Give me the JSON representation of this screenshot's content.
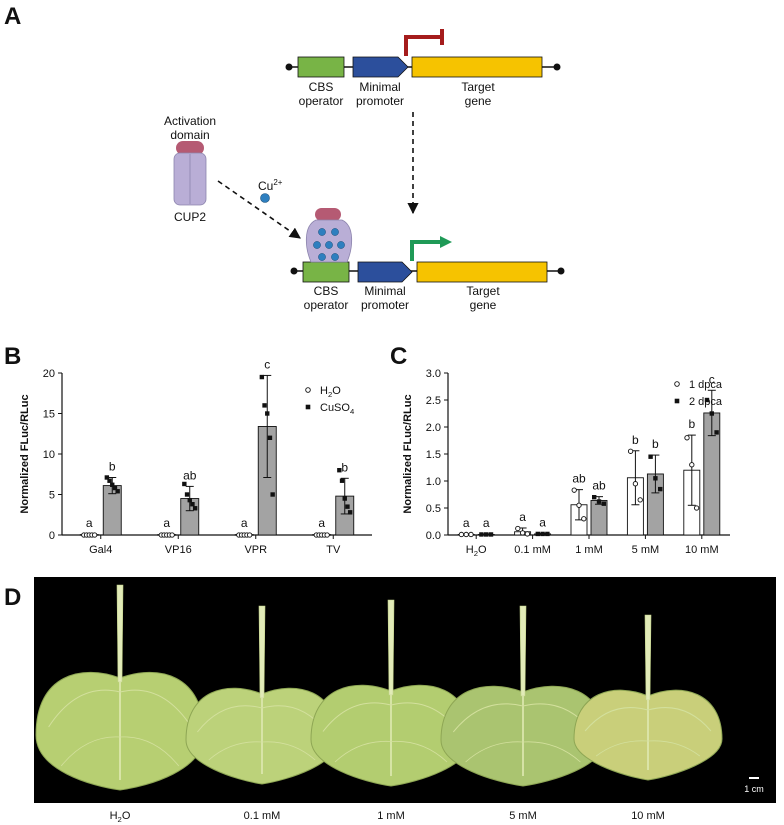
{
  "panels": {
    "a": "A",
    "b": "B",
    "c": "C",
    "d": "D"
  },
  "panel_a": {
    "top_construct": {
      "cbs1": "CBS",
      "cbs2": "operator",
      "prom1": "Minimal",
      "prom2": "promoter",
      "target1": "Target",
      "target2": "gene"
    },
    "activation_domain": {
      "line1": "Activation",
      "line2": "domain"
    },
    "cup2": "CUP2",
    "copper": {
      "base": "Cu",
      "sup": "2+"
    },
    "bottom_construct": {
      "cbs1": "CBS",
      "cbs2": "operator",
      "prom1": "Minimal",
      "prom2": "promoter",
      "target1": "Target",
      "target2": "gene"
    },
    "colors": {
      "cbs": "#78b446",
      "promoter": "#2c4f9c",
      "target": "#f6c300",
      "repress_arrow": "#a51c1c",
      "active_arrow": "#1f9a57",
      "activation_domain": "#b55a73",
      "cup2": "#b9aed6",
      "copper_ion": "#2e7fbf"
    }
  },
  "chart_data": [
    {
      "type": "bar",
      "panel": "B",
      "ylabel": "Normalized FLuc/RLuc",
      "ylim": [
        0,
        20
      ],
      "yticks": [
        0,
        5,
        10,
        15,
        20
      ],
      "categories": [
        "Gal4",
        "VP16",
        "VPR",
        "TV"
      ],
      "legend_position": "top-right",
      "legend": [
        {
          "name": "H",
          "sub": "2",
          "tail": "O",
          "marker": "circle"
        },
        {
          "name": "CuSO",
          "sub": "4",
          "tail": "",
          "marker": "square"
        }
      ],
      "series": [
        {
          "marker": "circle",
          "fill": "#ffffff",
          "values": [
            0.05,
            0.05,
            0.05,
            0.05
          ],
          "errors": [
            0.05,
            0.05,
            0.05,
            0.05
          ],
          "letters": [
            "a",
            "a",
            "a",
            "a"
          ],
          "points": [
            [
              0,
              0,
              0,
              0,
              0
            ],
            [
              0,
              0,
              0,
              0,
              0
            ],
            [
              0,
              0,
              0,
              0,
              0
            ],
            [
              0,
              0,
              0,
              0,
              0
            ]
          ]
        },
        {
          "marker": "square",
          "fill": "#a3a3a3",
          "values": [
            6.1,
            4.5,
            13.4,
            4.8
          ],
          "errors": [
            1.0,
            1.5,
            6.3,
            2.2
          ],
          "letters": [
            "b",
            "ab",
            "c",
            "b"
          ],
          "points": [
            [
              7.1,
              6.7,
              6.2,
              5.8,
              5.4
            ],
            [
              6.3,
              5.0,
              4.3,
              3.8,
              3.3
            ],
            [
              19.5,
              16.0,
              15.0,
              12.0,
              5.0
            ],
            [
              8.0,
              6.7,
              4.5,
              3.5,
              2.8
            ]
          ]
        }
      ]
    },
    {
      "type": "bar",
      "panel": "C",
      "ylabel": "Normalized FLuc/RLuc",
      "ylim": [
        0,
        3.0
      ],
      "yticks": [
        0.0,
        0.5,
        1.0,
        1.5,
        2.0,
        2.5,
        3.0
      ],
      "categories": [
        {
          "name": "H",
          "sub": "2",
          "tail": "O"
        },
        {
          "name": "0.1 mM"
        },
        {
          "name": "1 mM"
        },
        {
          "name": "5 mM"
        },
        {
          "name": "10 mM"
        }
      ],
      "legend_position": "top-right",
      "legend": [
        {
          "name": "1 dpca",
          "marker": "circle"
        },
        {
          "name": "2 dpca",
          "marker": "square"
        }
      ],
      "series": [
        {
          "name": "1 dpca",
          "marker": "circle",
          "fill": "#ffffff",
          "values": [
            0.01,
            0.06,
            0.56,
            1.06,
            1.2
          ],
          "errors": [
            0.01,
            0.07,
            0.28,
            0.5,
            0.65
          ],
          "letters": [
            "a",
            "a",
            "ab",
            "b",
            "b"
          ],
          "points": [
            [
              0.01,
              0.01,
              0.01
            ],
            [
              0.12,
              0.04,
              0.02
            ],
            [
              0.83,
              0.55,
              0.3
            ],
            [
              1.55,
              0.95,
              0.65
            ],
            [
              1.8,
              1.3,
              0.5
            ]
          ]
        },
        {
          "name": "2 dpca",
          "marker": "square",
          "fill": "#a3a3a3",
          "values": [
            0.01,
            0.02,
            0.64,
            1.13,
            2.26
          ],
          "errors": [
            0.01,
            0.01,
            0.07,
            0.35,
            0.42
          ],
          "letters": [
            "a",
            "a",
            "ab",
            "b",
            "c"
          ],
          "points": [
            [
              0.01,
              0.01,
              0.01
            ],
            [
              0.02,
              0.02,
              0.02
            ],
            [
              0.7,
              0.62,
              0.58
            ],
            [
              1.45,
              1.05,
              0.85
            ],
            [
              2.5,
              2.25,
              1.9
            ]
          ]
        }
      ]
    }
  ],
  "panel_d": {
    "leaf_labels": [
      {
        "name": "H",
        "sub": "2",
        "tail": "O"
      },
      {
        "name": "0.1 mM"
      },
      {
        "name": "1 mM"
      },
      {
        "name": "5 mM"
      },
      {
        "name": "10 mM"
      }
    ],
    "scale_bar": "1 cm",
    "leaf_colors": [
      "#b7cf72",
      "#bcd27a",
      "#b3cd70",
      "#aac470",
      "#c9cf7a"
    ],
    "background": "#000000"
  }
}
